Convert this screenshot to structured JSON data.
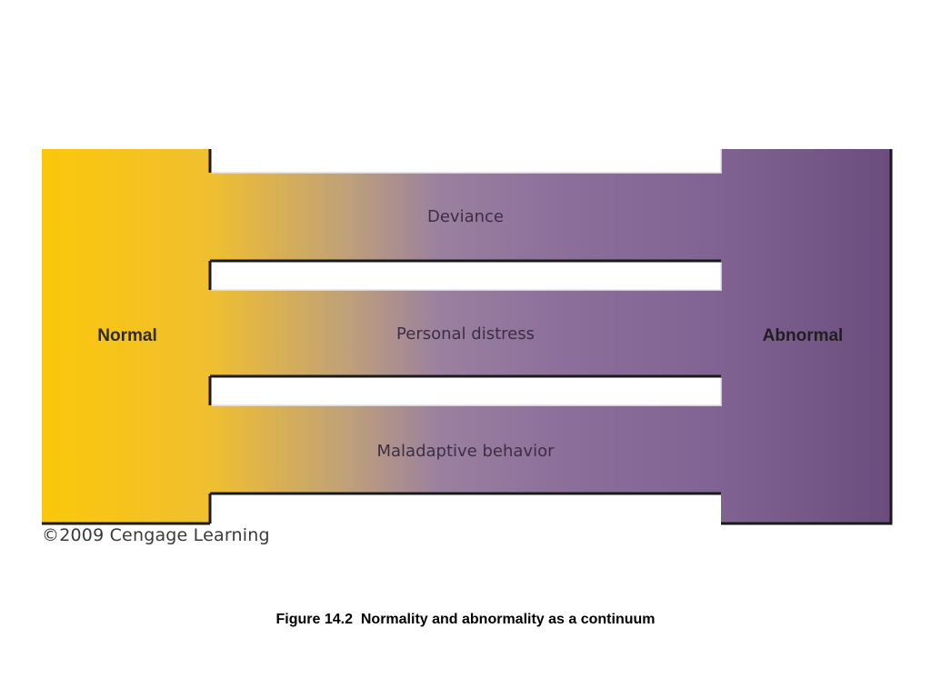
{
  "diagram": {
    "left_label": "Normal",
    "right_label": "Abnormal",
    "bands": [
      {
        "label": "Deviance"
      },
      {
        "label": "Personal distress"
      },
      {
        "label": "Maladaptive behavior"
      }
    ],
    "colors": {
      "normal": "#f9c80e",
      "abnormal": "#6f4f80",
      "middle": "#8c6f99"
    }
  },
  "copyright": "©2009 Cengage Learning",
  "caption": "Figure 14.2  Normality and abnormality as a continuum"
}
